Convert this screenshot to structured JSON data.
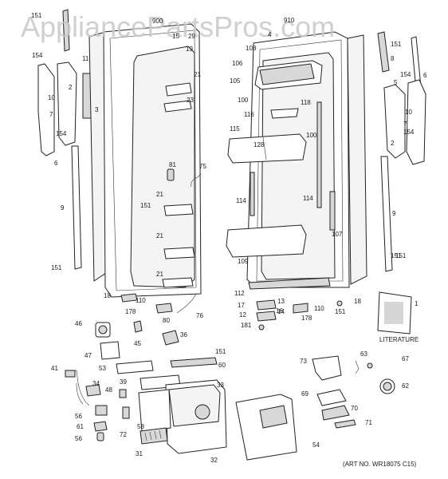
{
  "watermark": "AppliancePartsPros.com",
  "literature_label": "LITERATURE",
  "footer_ref": "(ART NO. WR18075 C15)",
  "callouts": {
    "c151a": "151",
    "c900": "900",
    "c15": "15",
    "c29": "29",
    "c910": "910",
    "c4": "4",
    "c151b": "151",
    "c6a": "6",
    "c154a": "154",
    "c11": "11",
    "c2a": "2",
    "c3": "3",
    "c10a": "10",
    "c7a": "7",
    "c154b": "154",
    "c6b": "6",
    "c9a": "9",
    "c151c": "151",
    "c19": "19",
    "c21a": "21",
    "c23": "23",
    "c81": "81",
    "c75": "75",
    "c21b": "21",
    "c151d": "151",
    "c21c": "21",
    "c21d": "21",
    "c18a": "18",
    "c110a": "110",
    "c178a": "178",
    "c80": "80",
    "c76": "76",
    "c108": "108",
    "c106": "106",
    "c105": "105",
    "c100a": "100",
    "c116": "116",
    "c115": "115",
    "c128": "128",
    "c118": "118",
    "c100b": "100",
    "c114a": "114",
    "c114b": "114",
    "c107": "107",
    "c109": "109",
    "c112": "112",
    "c18b": "18",
    "c151e": "151",
    "c8": "8",
    "c5": "5",
    "c154c": "154",
    "c154d": "154",
    "c10b": "10",
    "c7b": "7",
    "c2b": "2",
    "c9b": "9",
    "c151f": "151",
    "c1": "1",
    "c17": "17",
    "c13": "13",
    "c14": "14",
    "c12": "12",
    "c16": "16",
    "c181": "181",
    "c110b": "110",
    "c178b": "178",
    "c151g": "151",
    "c46": "46",
    "c45": "45",
    "c36": "36",
    "c47": "47",
    "c151h": "151",
    "c53": "53",
    "c60": "60",
    "c41": "41",
    "c39": "39",
    "c34": "34",
    "c48": "48",
    "c33": "33",
    "c56a": "56",
    "c61": "61",
    "c56b": "56",
    "c72": "72",
    "c58": "58",
    "c31": "31",
    "c32": "32",
    "c73": "73",
    "c63": "63",
    "c67": "67",
    "c62": "62",
    "c69": "69",
    "c70": "70",
    "c71": "71",
    "c54": "54"
  }
}
